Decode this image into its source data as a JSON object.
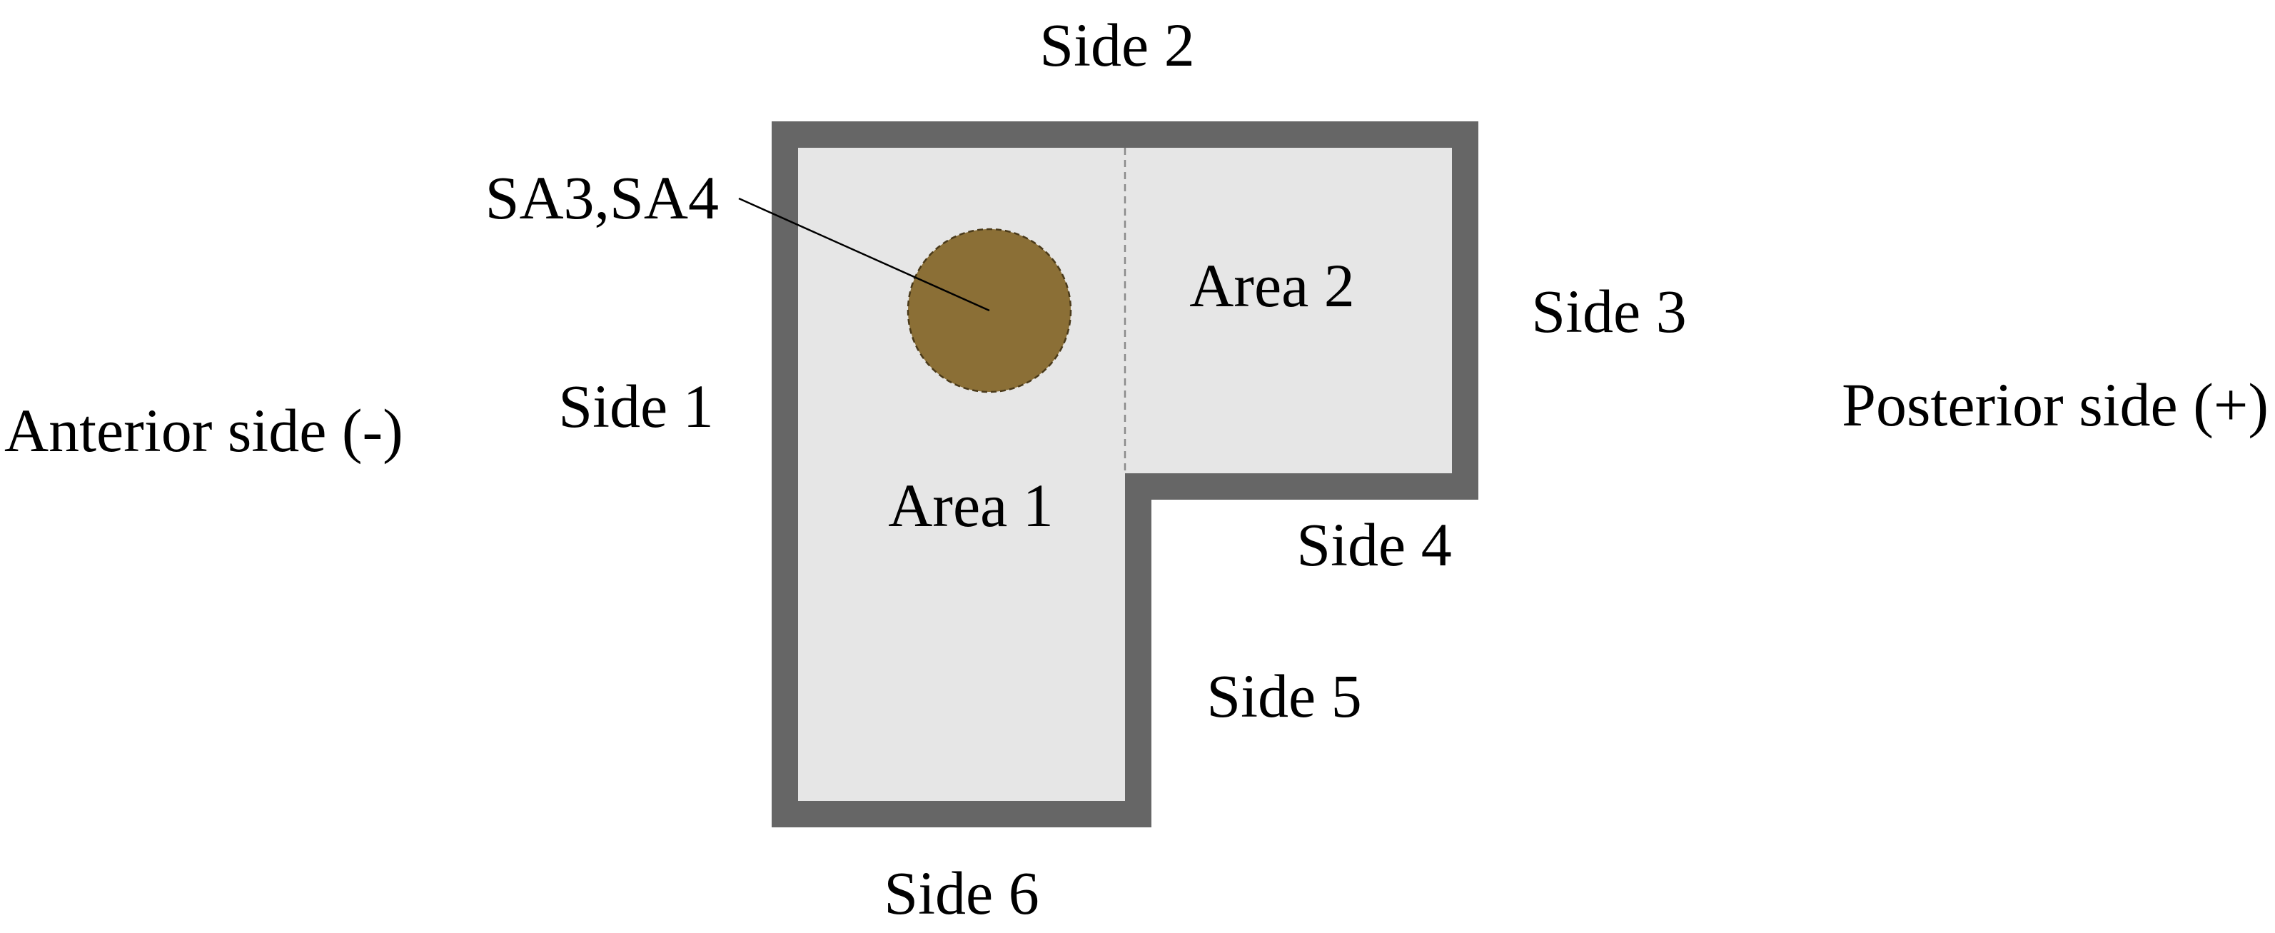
{
  "labels": {
    "anterior": "Anterior side (-)",
    "posterior": "Posterior side (+)",
    "side1": "Side 1",
    "side2": "Side 2",
    "side3": "Side 3",
    "side4": "Side 4",
    "side5": "Side 5",
    "side6": "Side 6",
    "area1": "Area 1",
    "area2": "Area 2",
    "sample": "SA3,SA4"
  },
  "colors": {
    "wall": "#666666",
    "floor": "#e6e6e6",
    "sample_fill": "#8b6f36",
    "sample_stroke": "#4a3a1a",
    "text": "#000000"
  }
}
